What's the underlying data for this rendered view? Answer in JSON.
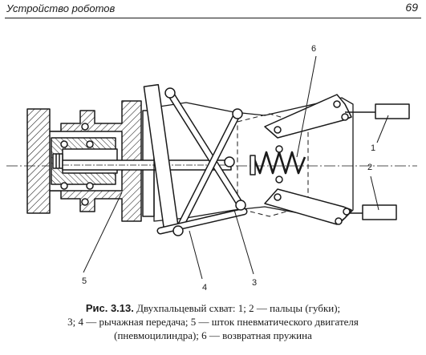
{
  "header": {
    "running_head": "Устройство роботов",
    "page_number": "69"
  },
  "figure": {
    "callouts": [
      "1",
      "2",
      "3",
      "4",
      "5",
      "6"
    ]
  },
  "caption": {
    "number": "Рис. 3.13.",
    "line1": "Двухпальцевый схват: 1; 2 — пальцы (губки);",
    "line2": "3; 4 — рычажная передача; 5 — шток пневматического двигателя",
    "line3": "(пневмоцилиндра); 6 — возвратная пружина"
  }
}
